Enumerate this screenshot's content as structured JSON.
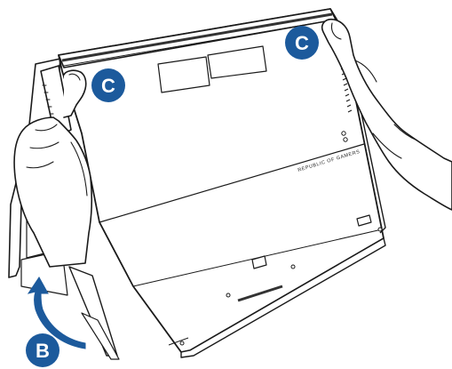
{
  "illustration": {
    "callouts": [
      {
        "label": "C",
        "color": "#1c5a9c"
      },
      {
        "label": "C",
        "color": "#1c5a9c"
      },
      {
        "label": "B",
        "color": "#1c5a9c"
      }
    ],
    "brand_text": "REPUBLIC OF GAMERS",
    "arrow_color": "#1c5a9c",
    "line_color": "#1a1a1a",
    "fill_color": "#ffffff"
  }
}
